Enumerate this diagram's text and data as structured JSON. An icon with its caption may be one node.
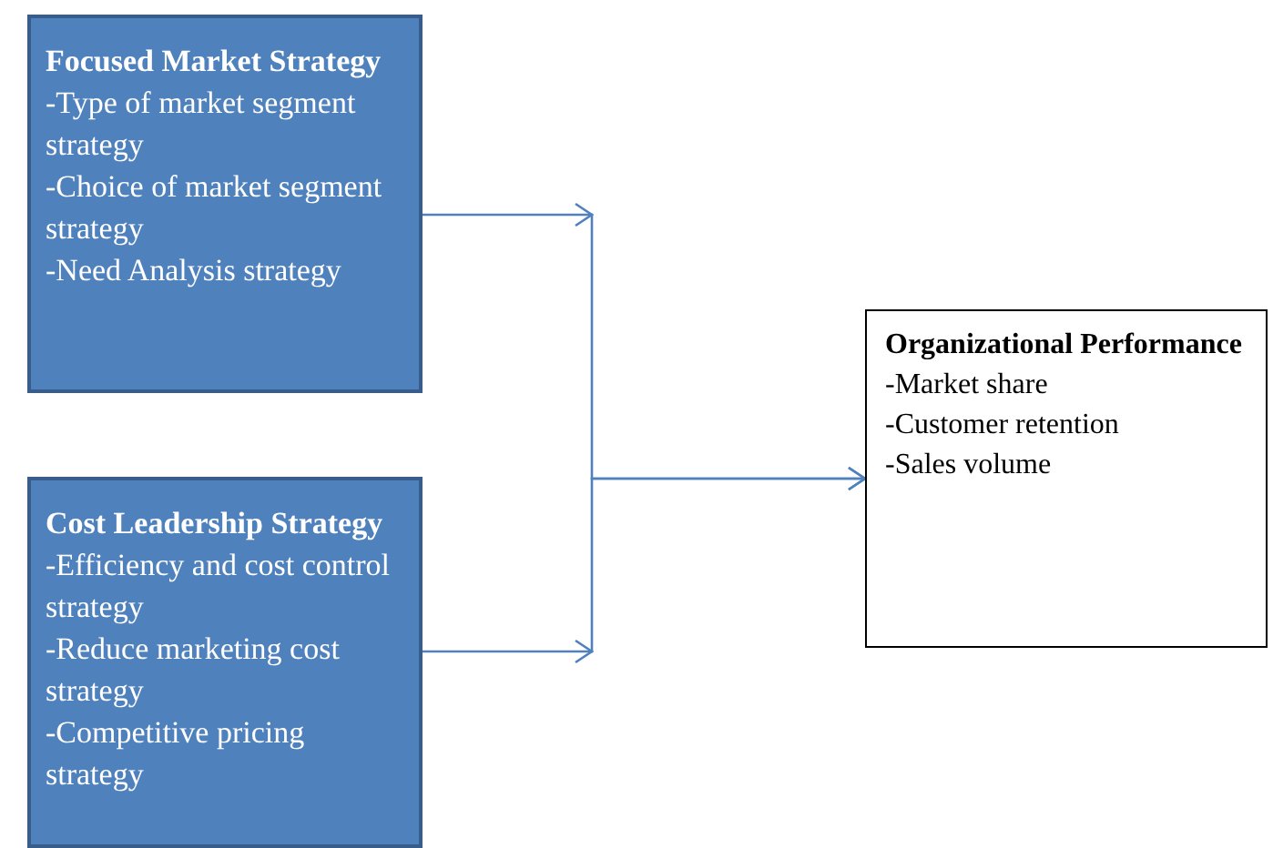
{
  "diagram": {
    "nodes": [
      {
        "text": [
          "Focused Market Strategy",
          "-Type of market segment strategy",
          "-Choice of market segment strategy",
          "-Need Analysis strategy"
        ]
      },
      {
        "text": [
          "Cost Leadership Strategy",
          "-Efficiency and cost control strategy",
          "-Reduce marketing cost strategy",
          "-Competitive pricing strategy"
        ]
      },
      {
        "text": [
          "Organizational Performance",
          "-Market share",
          "-Customer retention",
          "-Sales volume"
        ]
      }
    ],
    "edges": [
      {
        "from": 0,
        "to": 2,
        "arrow": "to"
      },
      {
        "from": 1,
        "to": 2,
        "arrow": "to"
      }
    ]
  }
}
